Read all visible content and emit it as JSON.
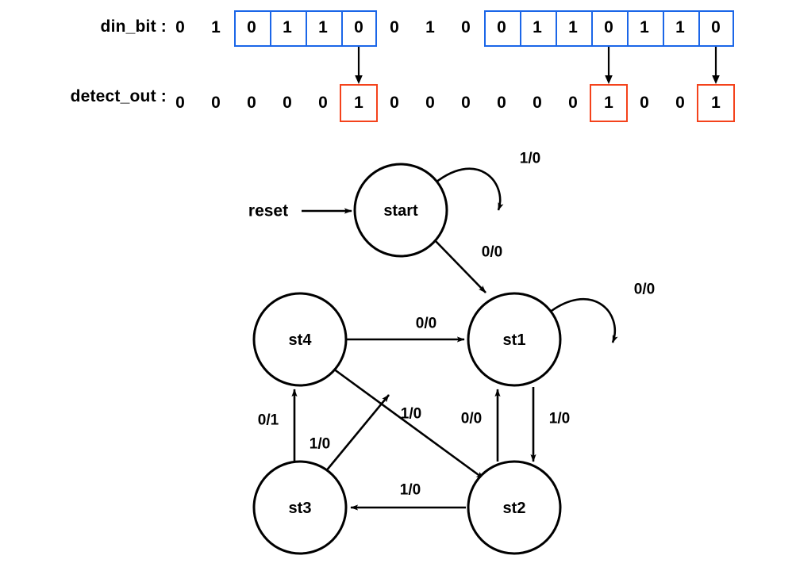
{
  "waveform": {
    "rows": [
      {
        "name": "din_bit",
        "label": "din_bit :",
        "bits": [
          "0",
          "1",
          "0",
          "1",
          "1",
          "0",
          "0",
          "1",
          "0",
          "0",
          "1",
          "1",
          "0",
          "1",
          "1",
          "0"
        ],
        "group_boxes": [
          {
            "start_index": 2,
            "end_index": 5
          },
          {
            "start_index": 9,
            "end_index": 15
          }
        ],
        "box_color": "#1b66e8"
      },
      {
        "name": "detect_out",
        "label": "detect_out :",
        "bits": [
          "0",
          "0",
          "0",
          "0",
          "0",
          "1",
          "0",
          "0",
          "0",
          "0",
          "0",
          "0",
          "1",
          "0",
          "0",
          "1"
        ],
        "highlight_indices": [
          5,
          12,
          15
        ],
        "box_color": "#f4421b"
      }
    ],
    "arrows": [
      {
        "from_row": "din_bit",
        "from_index": 5,
        "to_row": "detect_out",
        "to_index": 5
      },
      {
        "from_row": "din_bit",
        "from_index": 12,
        "to_row": "detect_out",
        "to_index": 12
      },
      {
        "from_row": "din_bit",
        "from_index": 15,
        "to_row": "detect_out",
        "to_index": 15
      }
    ]
  },
  "state_diagram": {
    "reset_label": "reset",
    "states": [
      {
        "id": "start",
        "label": "start"
      },
      {
        "id": "st1",
        "label": "st1"
      },
      {
        "id": "st2",
        "label": "st2"
      },
      {
        "id": "st3",
        "label": "st3"
      },
      {
        "id": "st4",
        "label": "st4"
      }
    ],
    "transitions": [
      {
        "from": "start",
        "to": "start",
        "label": "1/0",
        "kind": "self-loop"
      },
      {
        "from": "start",
        "to": "st1",
        "label": "0/0",
        "kind": "diagonal"
      },
      {
        "from": "st1",
        "to": "st1",
        "label": "0/0",
        "kind": "self-loop"
      },
      {
        "from": "st1",
        "to": "st2",
        "label": "1/0",
        "kind": "vertical"
      },
      {
        "from": "st2",
        "to": "st1",
        "label": "0/0",
        "kind": "vertical"
      },
      {
        "from": "st2",
        "to": "st3",
        "label": "1/0",
        "kind": "horizontal"
      },
      {
        "from": "st3",
        "to": "st4",
        "label": "0/1",
        "kind": "vertical"
      },
      {
        "from": "st3",
        "to": "start",
        "label": "1/0",
        "kind": "diagonal"
      },
      {
        "from": "st4",
        "to": "st1",
        "label": "0/0",
        "kind": "horizontal"
      },
      {
        "from": "st4",
        "to": "st2",
        "label": "1/0",
        "kind": "diagonal"
      }
    ],
    "edge_labels": {
      "start_self": "1/0",
      "start_to_st1": "0/0",
      "st1_self": "0/0",
      "st1_to_st2": "1/0",
      "st2_to_st1": "0/0",
      "st2_to_st3": "1/0",
      "st3_to_st4": "0/1",
      "st3_to_start": "1/0",
      "st4_to_st1": "0/0",
      "st4_to_st2": "1/0"
    }
  },
  "colors": {
    "group_box": "#1b66e8",
    "highlight_box": "#f4421b",
    "ink": "#000000",
    "background": "#ffffff"
  }
}
